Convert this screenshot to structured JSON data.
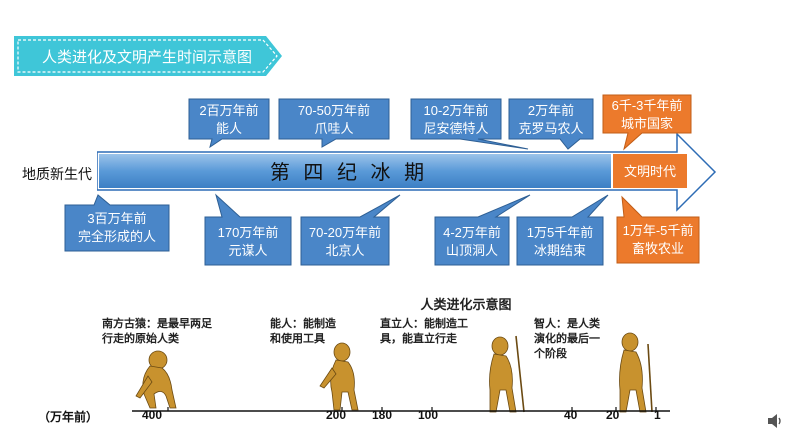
{
  "title": "人类进化及文明产生时间示意图",
  "era_label": "地质新生代",
  "timeline": {
    "ice_age_label": "第 四 纪 冰 期",
    "civilization_label": "文明时代"
  },
  "above_boxes": [
    {
      "text": "2百万年前\n能人",
      "color": "#4a86c8"
    },
    {
      "text": "70-50万年前\n爪哇人",
      "color": "#4a86c8"
    },
    {
      "text": "10-2万年前\n尼安德特人",
      "color": "#4a86c8"
    },
    {
      "text": "2万年前\n克罗马农人",
      "color": "#4a86c8"
    },
    {
      "text": "6千-3千年前\n城市国家",
      "color": "#ec7a2c"
    }
  ],
  "below_boxes": [
    {
      "text": "3百万年前\n完全形成的人",
      "color": "#4a86c8"
    },
    {
      "text": "170万年前\n元谋人",
      "color": "#4a86c8"
    },
    {
      "text": "70-20万年前\n北京人",
      "color": "#4a86c8"
    },
    {
      "text": "4-2万年前\n山顶洞人",
      "color": "#4a86c8"
    },
    {
      "text": "1万5千年前\n冰期结束",
      "color": "#4a86c8"
    },
    {
      "text": "1万年-5千前\n畜牧农业",
      "color": "#ec7a2c"
    }
  ],
  "evolution": {
    "title": "人类进化示意图",
    "stages": [
      {
        "name": "南方古猿：",
        "desc": "是最早两足行走的原始人类"
      },
      {
        "name": "能人：",
        "desc": "能制造和使用工具"
      },
      {
        "name": "直立人：",
        "desc": "能制造工具，能直立行走"
      },
      {
        "name": "智人：",
        "desc": "是人类演化的最后一个阶段"
      }
    ],
    "scale_unit": "（万年前）",
    "scale_ticks": [
      "400",
      "200",
      "180",
      "100",
      "40",
      "20",
      "1"
    ]
  },
  "colors": {
    "accent": "#3fc6d8",
    "timeline_blue": "#4f8fd0",
    "box_blue": "#4a86c8",
    "box_orange": "#ec7a2c"
  }
}
